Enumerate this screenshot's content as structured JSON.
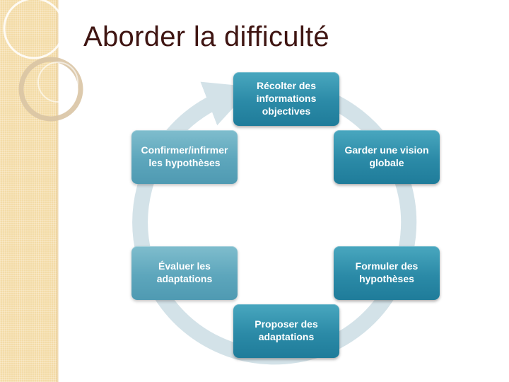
{
  "slide": {
    "title": "Aborder la difficulté"
  },
  "cycle": {
    "steps": [
      {
        "label": "Récolter des informations objectives"
      },
      {
        "label": "Garder une vision globale"
      },
      {
        "label": "Formuler des hypothèses"
      },
      {
        "label": "Proposer des adaptations"
      },
      {
        "label": "Évaluer les adaptations"
      },
      {
        "label": "Confirmer/infirmer les hypothèses"
      }
    ]
  },
  "colors": {
    "title": "#3f1512",
    "node": "#2b8aa7",
    "node_faded": "#5da6bc",
    "ring": "#d3e2e8",
    "side_band": "#f3dba6"
  }
}
